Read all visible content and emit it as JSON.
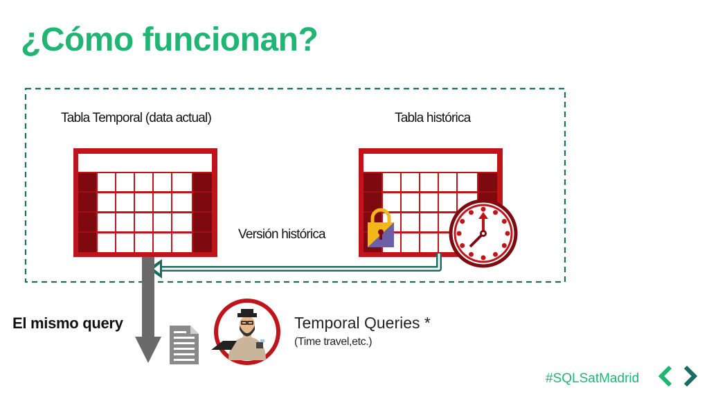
{
  "title": "¿Cómo funcionan?",
  "labels": {
    "temporal_table": "Tabla Temporal (data actual)",
    "historic_table": "Tabla histórica",
    "historic_version": "Versión histórica",
    "same_query": "El mismo query",
    "temporal_queries": "Temporal Queries *",
    "temporal_queries_sub": "(Time travel,etc.)"
  },
  "footer": {
    "hashtag": "#SQLSatMadrid"
  },
  "icons": [
    "table-icon",
    "table-icon",
    "lock-icon",
    "clock-icon",
    "document-icon",
    "person-avatar-icon",
    "logo-chevrons-icon"
  ],
  "colors": {
    "title": "#21b573",
    "table_red": "#c0141b",
    "table_dark": "#7e0a10",
    "border_teal": "#1c6b63",
    "arrow_gray": "#6a6a6a"
  }
}
